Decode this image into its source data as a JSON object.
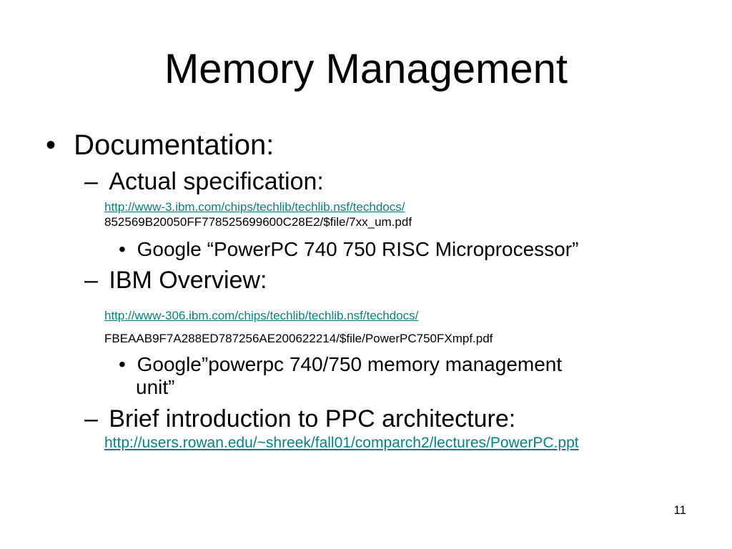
{
  "slide": {
    "title": "Memory Management",
    "page_number": "11",
    "bullet_glyph": "•",
    "dash_glyph": "–",
    "items": {
      "documentation": "Documentation:",
      "actual_spec": "Actual specification:",
      "actual_spec_url_line1": "http://www-3.ibm.com/chips/techlib/techlib.nsf/techdocs/",
      "actual_spec_url_line2": "852569B20050FF778525699600C28E2/$file/7xx_um.pdf",
      "actual_spec_search": "Google “PowerPC 740 750 RISC Microprocessor”",
      "ibm_overview": "IBM Overview:",
      "ibm_overview_url_line1": "http://www-306.ibm.com/chips/techlib/techlib.nsf/techdocs/",
      "ibm_overview_url_line2": "FBEAAB9F7A288ED787256AE200622214/$file/PowerPC750FXmpf.pdf",
      "ibm_overview_search_line1": "Google”powerpc 740/750 memory management",
      "ibm_overview_search_line2": "unit”",
      "brief_intro": "Brief introduction to PPC architecture:",
      "brief_intro_url": "http://users.rowan.edu/~shreek/fall01/comparch2/lectures/PowerPC.ppt"
    },
    "colors": {
      "link": "#0a7e80",
      "text": "#000000",
      "background": "#ffffff"
    }
  }
}
